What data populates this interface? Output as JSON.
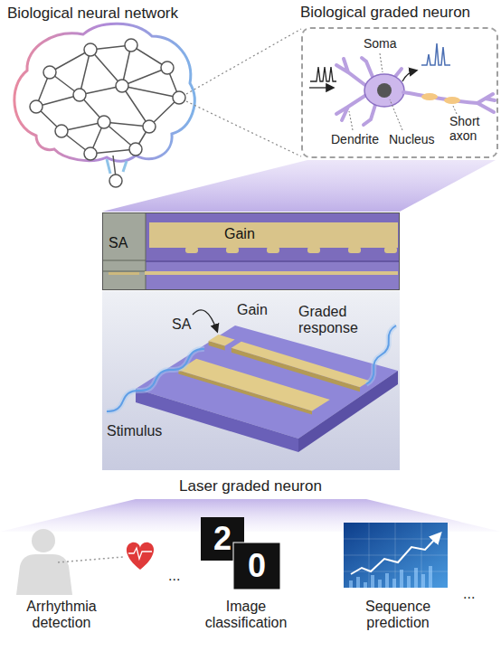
{
  "diagram": {
    "nodes": [
      {
        "text": [
          "Biological graded neuron"
        ]
      },
      {
        "text": [
          "SA",
          "Gain"
        ]
      },
      {
        "text": [
          "Stimulus",
          "SA",
          "Gain",
          "Graded response"
        ]
      }
    ],
    "labels": [
      "Biological neural network",
      "Soma",
      "Dendrite",
      "Nucleus",
      "Short axon",
      "Laser graded neuron",
      "Arrhythmia detection",
      "...",
      "2",
      "0",
      "Image classification",
      "Sequence prediction",
      "..."
    ]
  }
}
